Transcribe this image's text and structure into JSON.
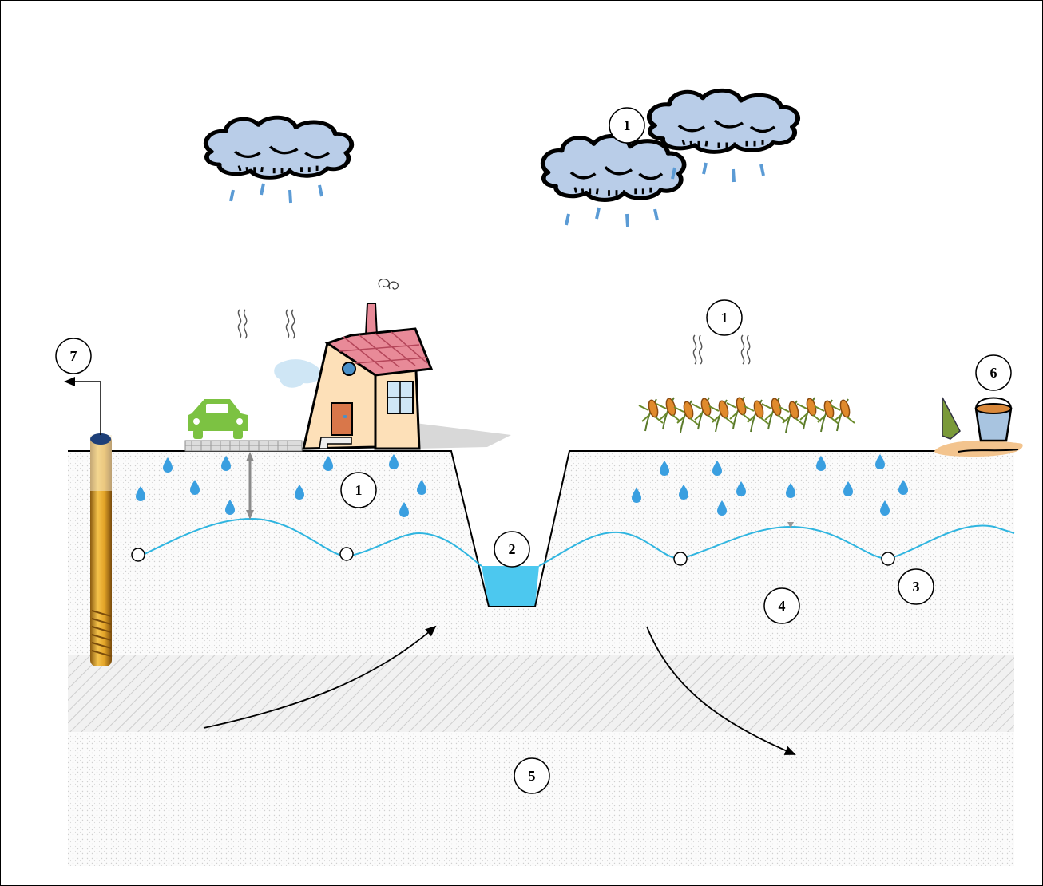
{
  "diagram": {
    "markers": [
      {
        "id": "clouds",
        "label": "1"
      },
      {
        "id": "unsaturated-zone",
        "label": "1"
      },
      {
        "id": "crops-evaporation",
        "label": "1"
      },
      {
        "id": "ditch",
        "label": "2"
      },
      {
        "id": "drain",
        "label": "3"
      },
      {
        "id": "groundwater",
        "label": "4"
      },
      {
        "id": "deep-aquifer",
        "label": "5"
      },
      {
        "id": "soil-sample",
        "label": "6"
      },
      {
        "id": "well",
        "label": "7"
      }
    ],
    "colors": {
      "cloud": "#b9cde8",
      "rain": "#5b9bd5",
      "water_table": "#2fb5e0",
      "ditch_water": "#4cc8ef",
      "droplet": "#3a9fe0",
      "car": "#7cc242",
      "well_pipe": "#d9a02a",
      "roof": "#e88a98",
      "house_wall": "#fde0b8"
    }
  }
}
